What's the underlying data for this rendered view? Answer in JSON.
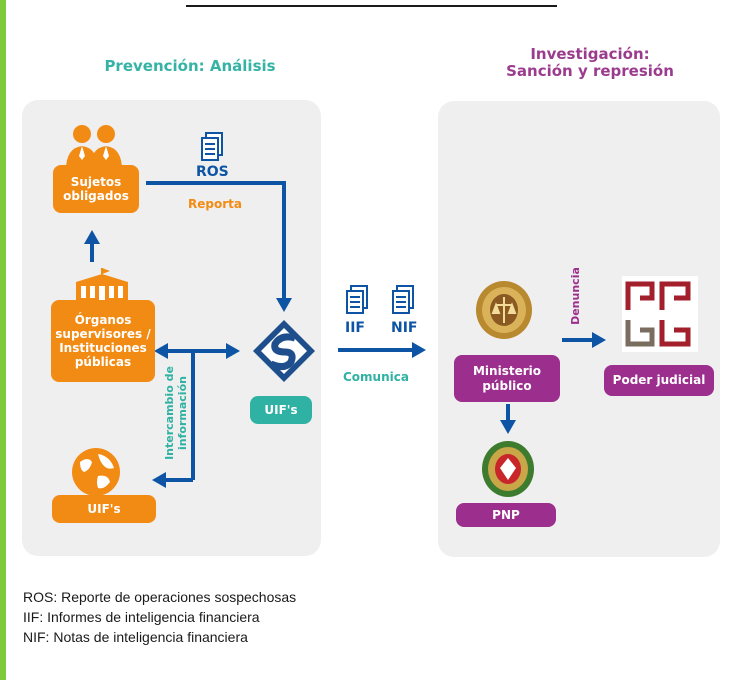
{
  "headers": {
    "prevention": "Prevención: Análisis",
    "investigation_line1": "Investigación:",
    "investigation_line2": "Sanción y represión"
  },
  "nodes": {
    "sujetos_line1": "Sujetos",
    "sujetos_line2": "obligados",
    "organos_line1": "Órganos",
    "organos_line2": "supervisores /",
    "organos_line3": "Instituciones",
    "organos_line4": "públicas",
    "uif_center": "UIF's",
    "uif_bottom": "UIF's",
    "ministerio_line1": "Ministerio",
    "ministerio_line2": "público",
    "poder_judicial": "Poder judicial",
    "pnp": "PNP"
  },
  "labels": {
    "ros": "ROS",
    "reporta": "Reporta",
    "iif": "IIF",
    "nif": "NIF",
    "comunica": "Comunica",
    "intercambio_line1": "Intercambio de",
    "intercambio_line2": "información",
    "denuncia": "Denuncia"
  },
  "legend": [
    "ROS: Reporte de operaciones sospechosas",
    "IIF: Informes de inteligencia financiera",
    "NIF: Notas de inteligencia financiera"
  ],
  "colors": {
    "orange": "#f28b14",
    "teal": "#2fb2a3",
    "purple": "#9c2f8d",
    "blue": "#0e54a5",
    "panel": "#efefef",
    "left_bar": "#7dcb3a"
  },
  "icons": [
    "people-icon",
    "building-icon",
    "globe-icon",
    "document-icon",
    "uif-logo-icon",
    "ministerio-seal-icon",
    "pnp-emblem-icon",
    "poder-judicial-logo-icon"
  ]
}
